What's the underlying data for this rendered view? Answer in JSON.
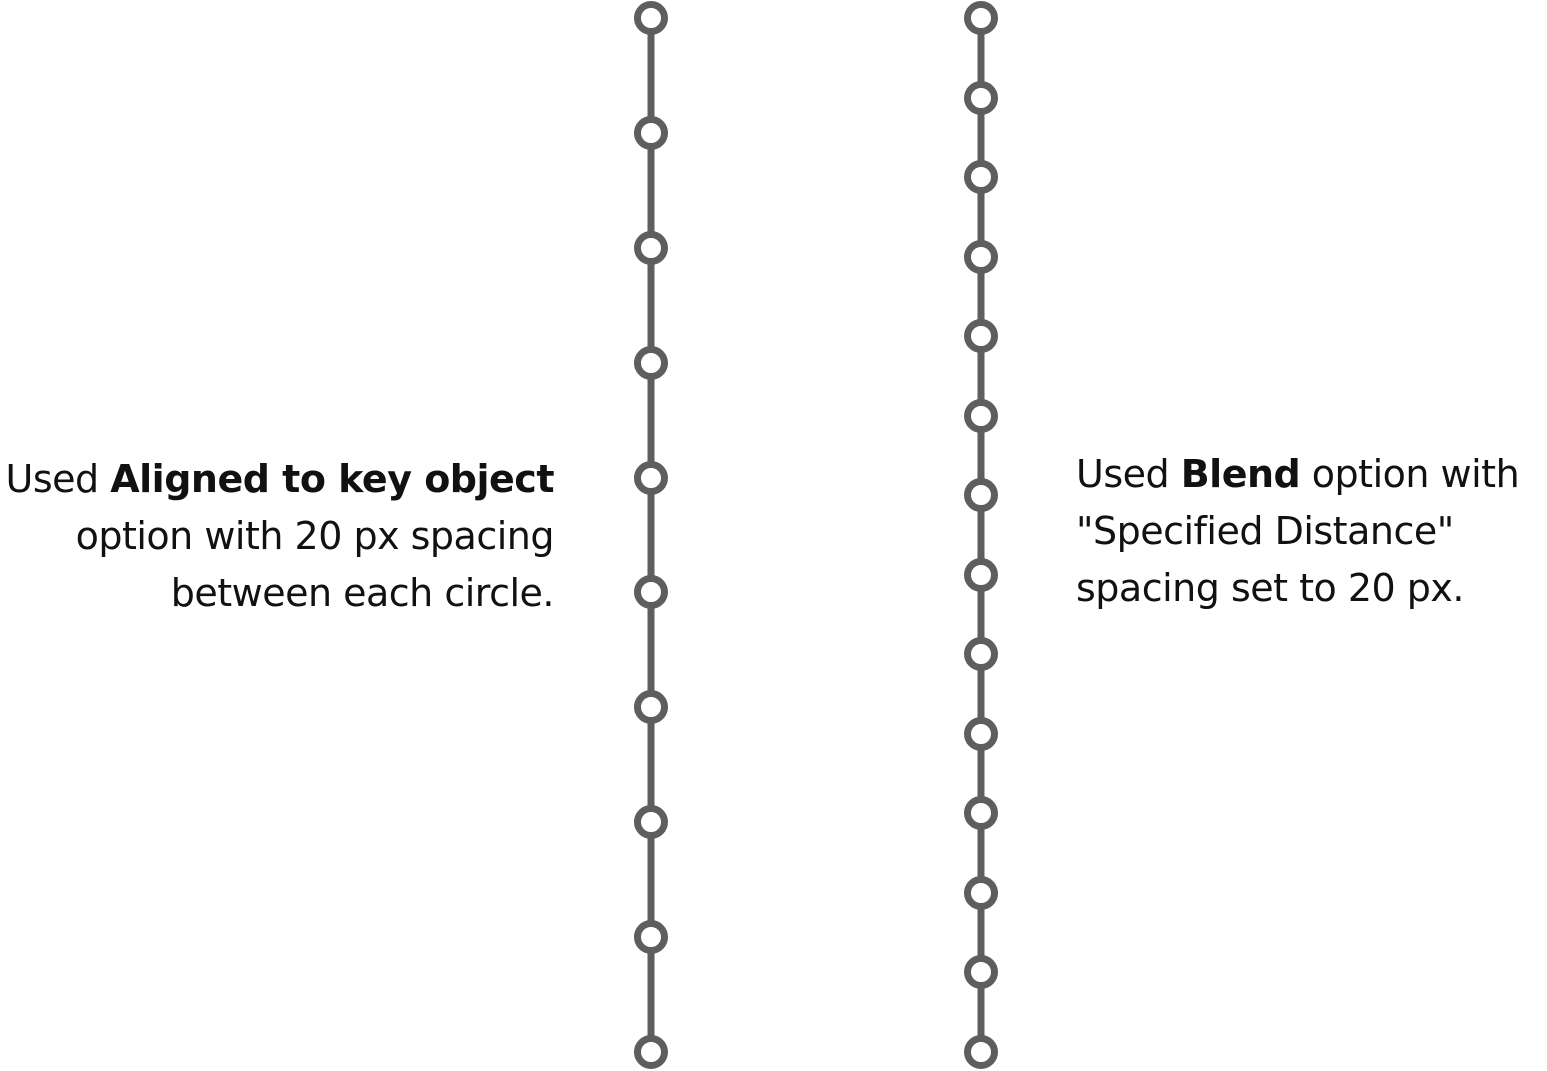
{
  "colors": {
    "stroke": "#5e5e60",
    "text": "#111111",
    "background": "#ffffff"
  },
  "left_caption": {
    "prefix": "Used ",
    "bold": "Aligned to key object",
    "line2": "option with 20 px spacing",
    "line3": "between each circle."
  },
  "right_caption": {
    "prefix": "Used ",
    "bold": "Blend",
    "suffix": " option with",
    "line2": "\"Specified Distance\"",
    "line3": "spacing set to 20 px."
  },
  "left_chain": {
    "circle_count": 10
  },
  "right_chain": {
    "circle_count": 14
  }
}
